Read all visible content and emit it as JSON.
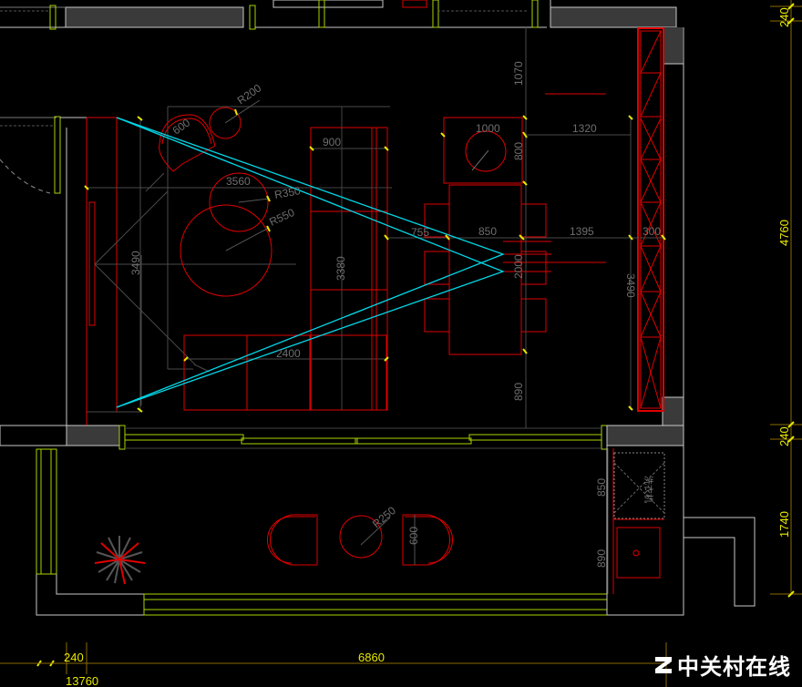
{
  "drawing": {
    "type": "CAD floor plan",
    "colors": {
      "background": "#000000",
      "wall": "#c8c8c8",
      "wall_fill": "#3a3a3a",
      "furniture": "#e00000",
      "dimension_line": "#5a5a5a",
      "dimension_text": "#6e6e6e",
      "window": "#a8d400",
      "sightline": "#00d8e8",
      "overall_dim": "#e8e800",
      "overall_dim_line": "#8a6a00"
    },
    "inner_dimensions": {
      "chair_width": "600",
      "side_table_radius": "R200",
      "rug_span": "3560",
      "small_round_rug_radius": "R350",
      "large_round_rug_radius": "R550",
      "cabinet_width": "900",
      "cabinet_length": "3380",
      "sofa_wall_length": "3490",
      "sofa_length": "2400",
      "sink_width": "1000",
      "sink_depth": "800",
      "counter_gap": "1320",
      "top_clearance": "1070",
      "aisle_gap": "755",
      "dining_table_width": "850",
      "dining_to_shelf": "1395",
      "shelf_depth": "300",
      "dining_table_length": "2000",
      "shelf_length": "3490",
      "bottom_clearance": "890",
      "balcony_washer": "850",
      "balcony_sink": "890",
      "stool_radius": "R250",
      "lounge_chair_width": "600",
      "washer_label": "洗衣机"
    },
    "overall_dimensions": {
      "right": [
        "240",
        "4760",
        "240",
        "1740"
      ],
      "bottom_segments": [
        "240",
        "6860"
      ],
      "bottom_total": "13760"
    }
  },
  "watermark": {
    "text": "中关村在线"
  }
}
